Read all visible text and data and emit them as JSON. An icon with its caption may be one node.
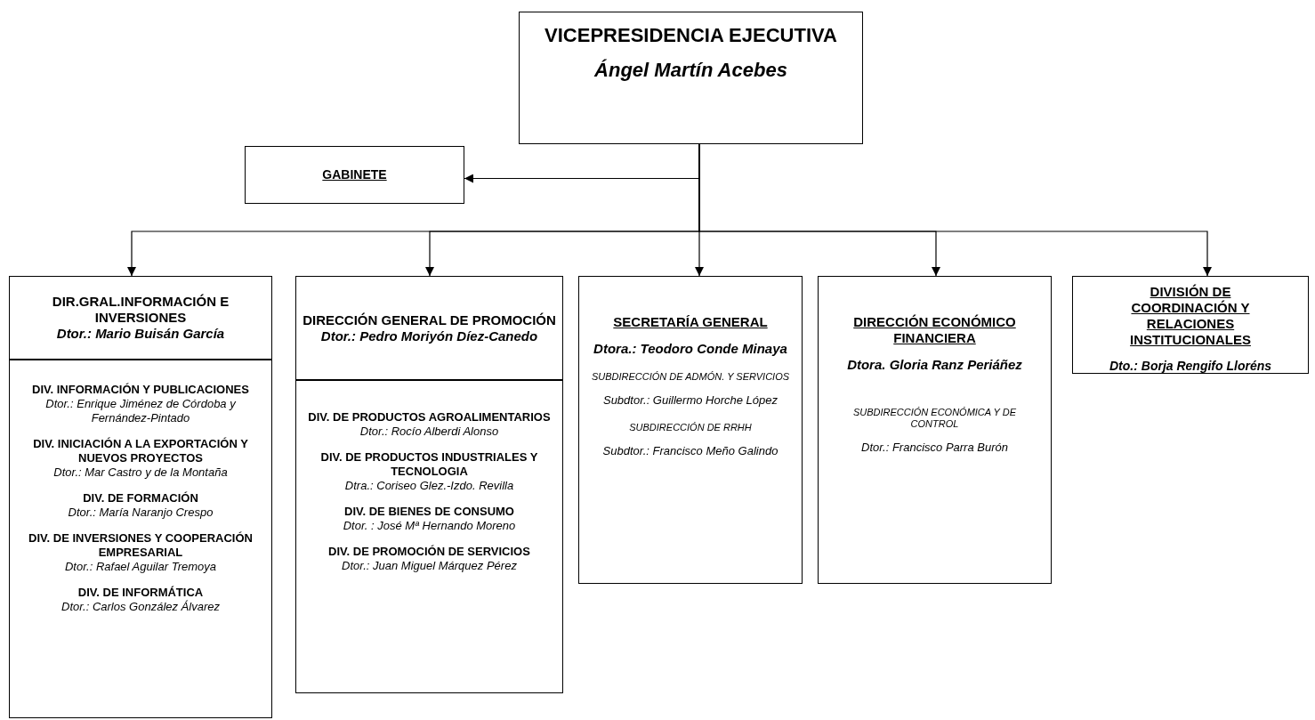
{
  "diagram": {
    "nodes": [
      {
        "text": [
          "VICEPRESIDENCIA EJECUTIVA",
          "Ángel Martín Acebes"
        ]
      },
      {
        "text": [
          "GABINETE"
        ]
      },
      {
        "text": [
          "DIR.GRAL.INFORMACIÓN E INVERSIONES",
          "Dtor.: Mario Buisán García"
        ]
      },
      {
        "text": [
          "DIV. INFORMACIÓN Y PUBLICACIONES",
          "Dtor.: Enrique Jiménez de Córdoba y Fernández-Pintado",
          "DIV. INICIACIÓN A LA EXPORTACIÓN Y NUEVOS PROYECTOS",
          "Dtor.: Mar Castro y de la Montaña",
          "DIV. DE FORMACIÓN",
          "Dtor.: María Naranjo Crespo",
          "DIV. DE INVERSIONES Y COOPERACIÓN EMPRESARIAL",
          "Dtor.: Rafael Aguilar Tremoya",
          "DIV. DE INFORMÁTICA",
          "Dtor.: Carlos González Álvarez"
        ]
      },
      {
        "text": [
          "DIRECCIÓN GENERAL DE PROMOCIÓN",
          "Dtor.: Pedro Moriyón Díez-Canedo"
        ]
      },
      {
        "text": [
          "DIV. DE PRODUCTOS AGROALIMENTARIOS",
          "Dtor.: Rocío Alberdi Alonso",
          "DIV. DE PRODUCTOS INDUSTRIALES Y TECNOLOGIA",
          "Dtra.: Coriseo Glez.-Izdo. Revilla",
          "DIV. DE BIENES DE CONSUMO",
          "Dtor. : José Mª Hernando Moreno",
          "DIV. DE PROMOCIÓN DE SERVICIOS",
          "Dtor.: Juan Miguel Márquez Pérez"
        ]
      },
      {
        "text": [
          "SECRETARÍA GENERAL",
          "Dtora.: Teodoro Conde Minaya",
          "SUBDIRECCIÓN DE ADMÓN. Y SERVICIOS",
          "Subdtor.: Guillermo Horche López",
          "SUBDIRECCIÓN DE RRHH",
          "Subdtor.: Francisco Meño Galindo"
        ]
      },
      {
        "text": [
          "DIRECCIÓN ECONÓMICO FINANCIERA",
          "Dtora. Gloria Ranz Periáñez",
          "SUBDIRECCIÓN ECONÓMICA Y DE CONTROL",
          "Dtor.: Francisco Parra Burón"
        ]
      },
      {
        "text": [
          "DIVISIÓN DE COORDINACIÓN Y RELACIONES INSTITUCIONALES",
          "Dto.: Borja Rengifo Lloréns"
        ]
      }
    ],
    "edges": [
      {
        "from": 0,
        "to": 1,
        "arrow": "to"
      },
      {
        "from": 0,
        "to": 2,
        "arrow": "to"
      },
      {
        "from": 0,
        "to": 4,
        "arrow": "to"
      },
      {
        "from": 0,
        "to": 6,
        "arrow": "to"
      },
      {
        "from": 0,
        "to": 7,
        "arrow": "to"
      },
      {
        "from": 0,
        "to": 8,
        "arrow": "to"
      }
    ]
  }
}
